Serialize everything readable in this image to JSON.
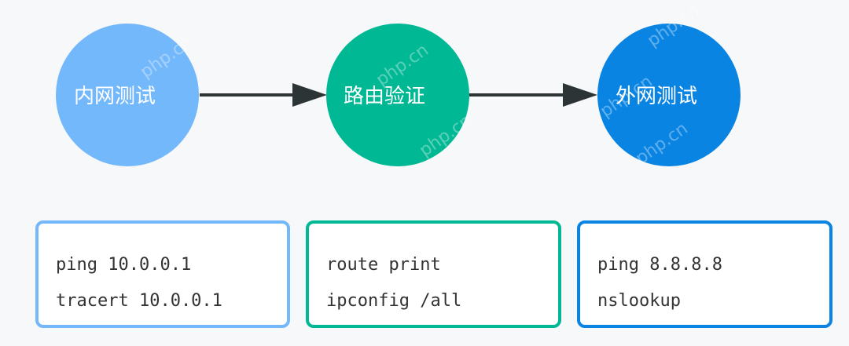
{
  "nodes": [
    {
      "label": "内网测试",
      "color": "#74b8fc"
    },
    {
      "label": "路由验证",
      "color": "#00b894"
    },
    {
      "label": "外网测试",
      "color": "#0984e3"
    }
  ],
  "boxes": [
    {
      "lines": [
        "ping 10.0.0.1",
        "tracert 10.0.0.1"
      ],
      "color": "#74b8fc"
    },
    {
      "lines": [
        "route print",
        "ipconfig /all"
      ],
      "color": "#00b894"
    },
    {
      "lines": [
        "ping 8.8.8.8",
        "nslookup"
      ],
      "color": "#0984e3"
    }
  ],
  "arrow_color": "#2d3436",
  "watermark": "php.cn"
}
